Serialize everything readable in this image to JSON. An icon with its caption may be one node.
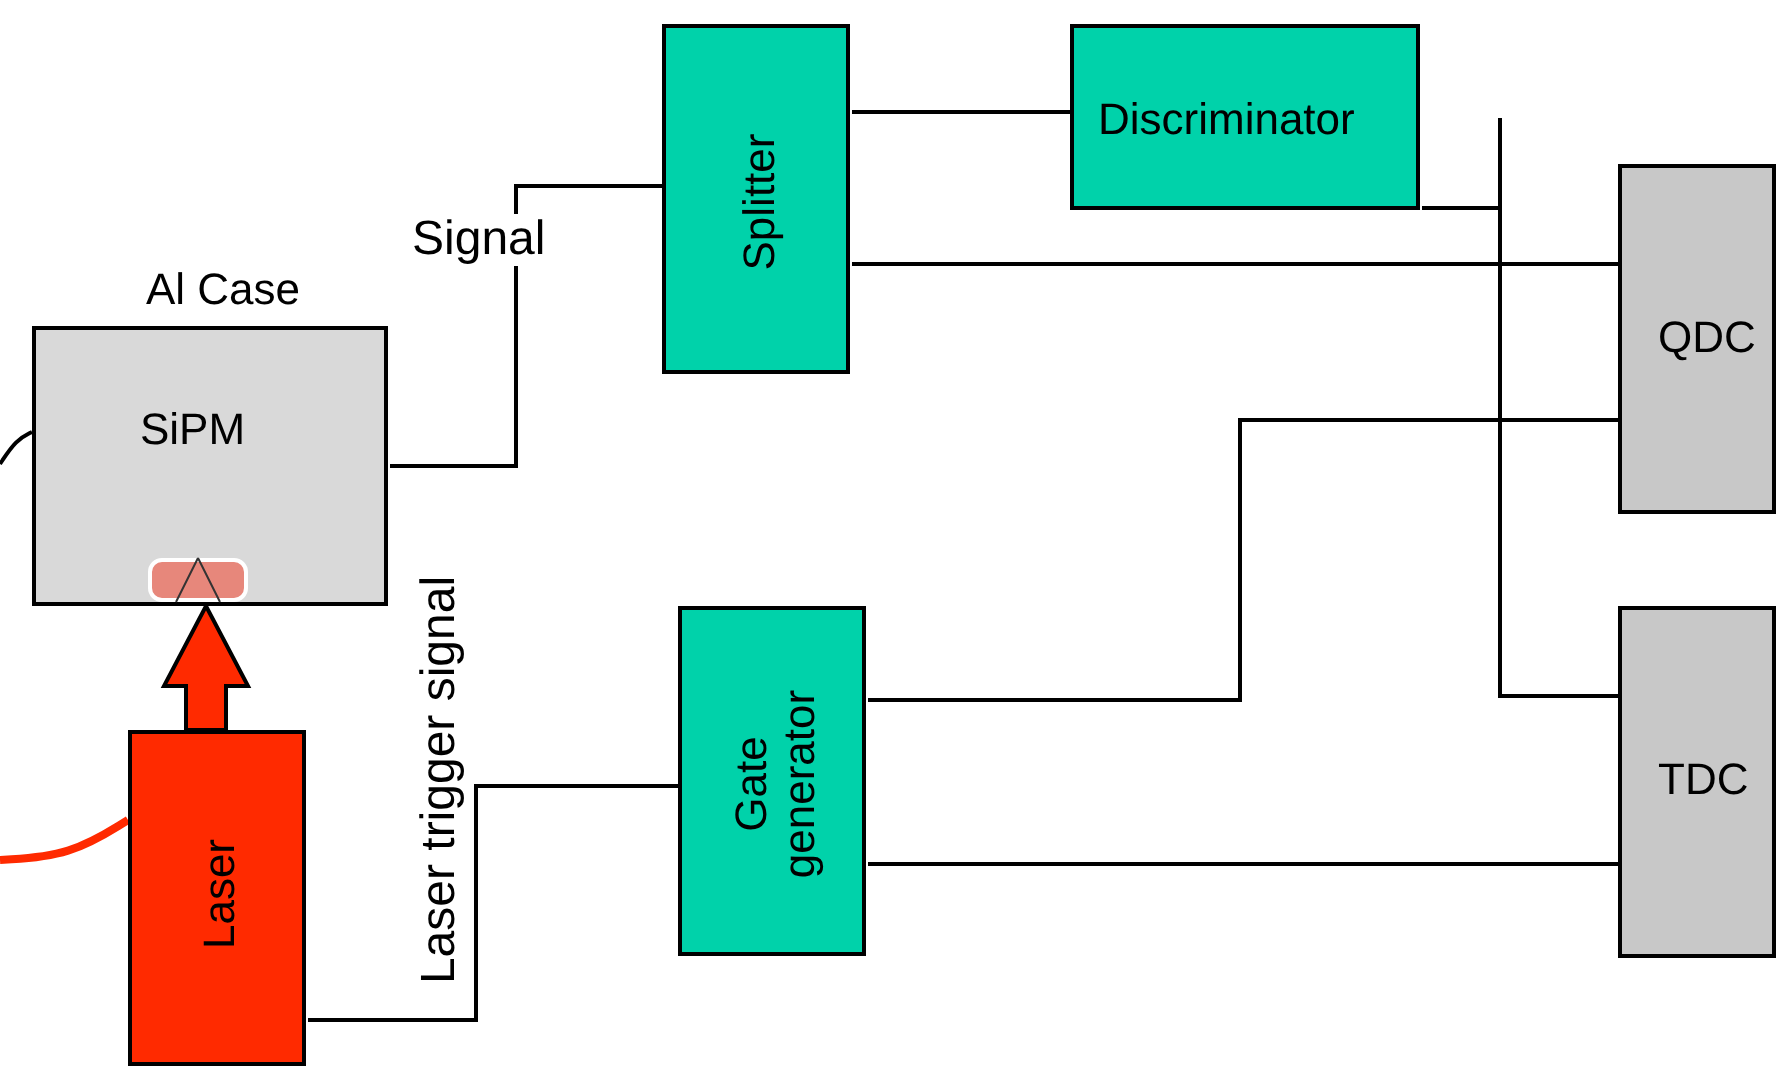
{
  "diagram": {
    "nodes": [
      {
        "text": [
          "Al Case",
          "SiPM"
        ]
      },
      {
        "text": [
          "Splitter"
        ]
      },
      {
        "text": [
          "Discriminator"
        ]
      },
      {
        "text": [
          "QDC"
        ]
      },
      {
        "text": [
          "TDC"
        ]
      },
      {
        "text": [
          "Gate generator"
        ]
      },
      {
        "text": [
          "Laser"
        ]
      }
    ],
    "edges": [
      {
        "from": 0,
        "to": 1,
        "arrow": "none",
        "label": "Signal"
      },
      {
        "from": 1,
        "to": 2,
        "arrow": "none"
      },
      {
        "from": 1,
        "to": 3,
        "arrow": "none"
      },
      {
        "from": 2,
        "to": 4,
        "arrow": "none"
      },
      {
        "from": 5,
        "to": 3,
        "arrow": "none"
      },
      {
        "from": 5,
        "to": 4,
        "arrow": "none"
      },
      {
        "from": 6,
        "to": 5,
        "arrow": "none",
        "label": "Laser trigger signal"
      },
      {
        "from": 6,
        "to": 0,
        "arrow": "to",
        "style": "thick",
        "color": "#ff2a00"
      },
      {
        "from": null,
        "to": 0,
        "arrow": "none"
      },
      {
        "from": null,
        "to": 6,
        "arrow": "none",
        "style": "thick",
        "color": "#ff2a00"
      }
    ]
  }
}
